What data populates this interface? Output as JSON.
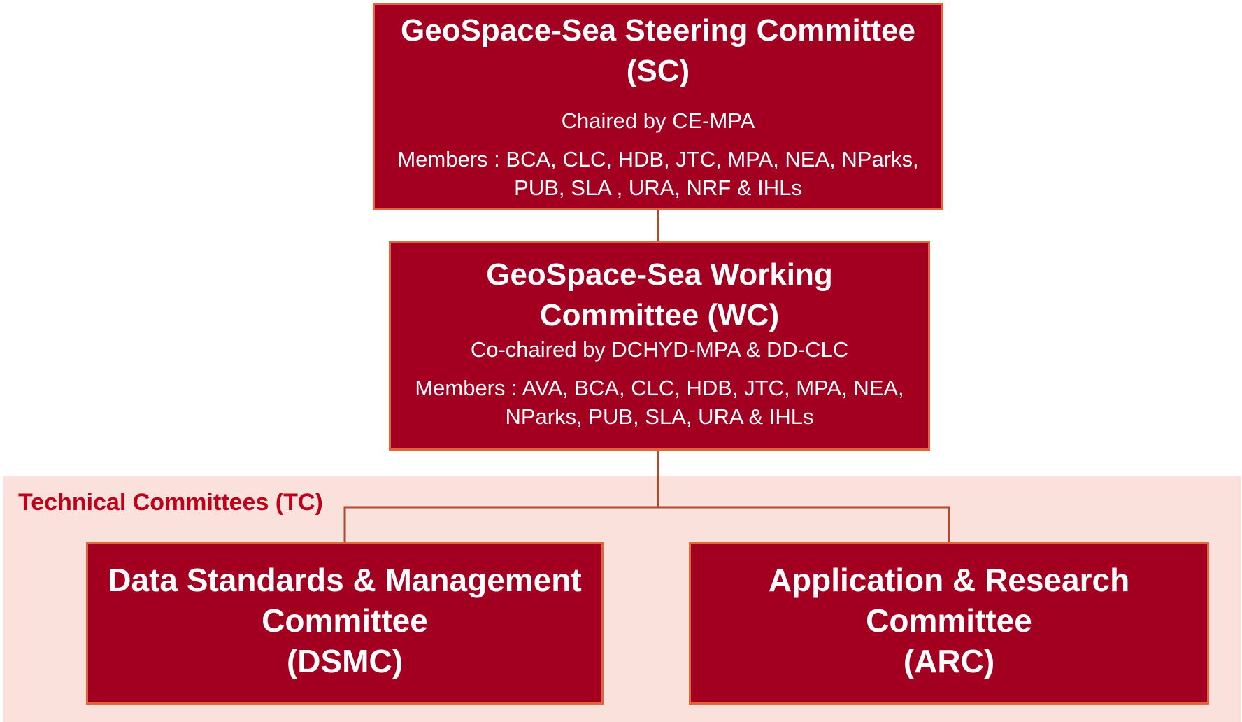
{
  "diagram": {
    "steering": {
      "title_line1": "GeoSpace-Sea Steering Committee",
      "title_line2": "(SC)",
      "chair": "Chaired by CE-MPA",
      "members_line1": "Members : BCA, CLC, HDB, JTC, MPA, NEA, NParks,",
      "members_line2": "PUB, SLA , URA, NRF & IHLs"
    },
    "working": {
      "title_line1": "GeoSpace-Sea Working",
      "title_line2": "Committee (WC)",
      "chair": "Co-chaired by DCHYD-MPA & DD-CLC",
      "members_line1": "Members : AVA, BCA, CLC, HDB, JTC, MPA, NEA,",
      "members_line2": "NParks, PUB, SLA, URA & IHLs"
    },
    "technical_label": "Technical Committees (TC)",
    "dsmc": {
      "title_line1": "Data Standards & Management",
      "title_line2": "Committee",
      "title_line3": "(DSMC)"
    },
    "arc": {
      "title_line1": "Application & Research",
      "title_line2": "Committee",
      "title_line3": "(ARC)"
    },
    "colors": {
      "box_fill": "#a30021",
      "box_border": "#e0643c",
      "box_text": "#ffffff",
      "connector": "#b04a2a",
      "tc_band": "#fbe1dc",
      "tc_label": "#c00018"
    }
  }
}
